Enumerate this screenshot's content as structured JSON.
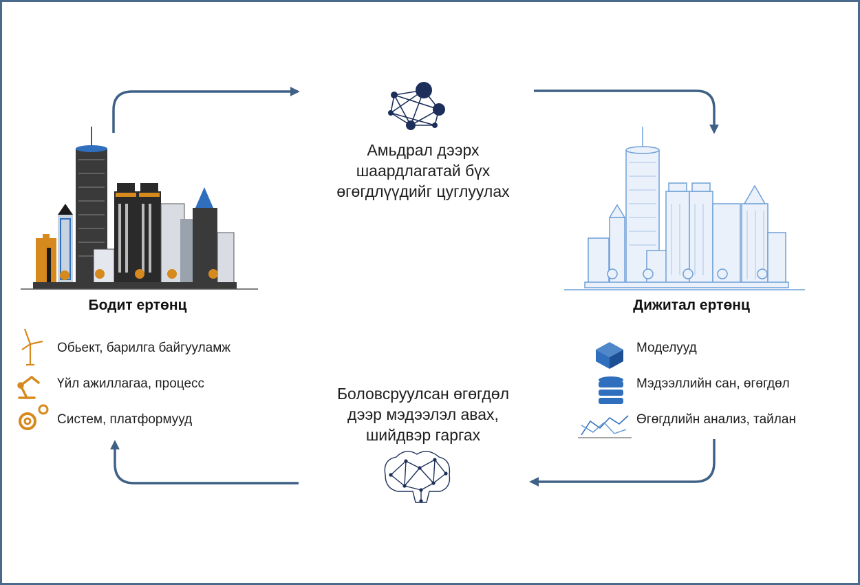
{
  "top_caption": {
    "lines": [
      "Амьдрал дээрх",
      "шаардлагатай бүх",
      "өгөгдлүүдийг цуглуулах"
    ],
    "icon": "network-nodes-icon"
  },
  "bottom_caption": {
    "lines": [
      "Боловсруулсан өгөгдөл",
      "дээр мэдээлэл авах,",
      "шийдвэр гаргах"
    ],
    "icon": "brain-network-icon"
  },
  "physical_world": {
    "title": "Бодит ертөнц",
    "items": [
      {
        "label": "Обьект, барилга байгууламж",
        "icon": "wind-turbine-icon"
      },
      {
        "label": "Үйл ажиллагаа, процесс",
        "icon": "robot-arm-icon"
      },
      {
        "label": "Систем, платформууд",
        "icon": "gears-icon"
      }
    ]
  },
  "digital_world": {
    "title": "Дижитал ертөнц",
    "items": [
      {
        "label": "Моделууд",
        "icon": "cube-icon"
      },
      {
        "label": "Мэдээллийн сан, өгөгдөл",
        "icon": "database-icon"
      },
      {
        "label": "Өгөгдлийн анализ, тайлан",
        "icon": "line-chart-icon"
      }
    ]
  },
  "colors": {
    "arrow": "#3f6186",
    "navy": "#1c2f5a",
    "orange": "#d6891c",
    "blue": "#2f6fbe",
    "digital_blue": "#4f87c9",
    "frame": "#4a6a8c"
  }
}
